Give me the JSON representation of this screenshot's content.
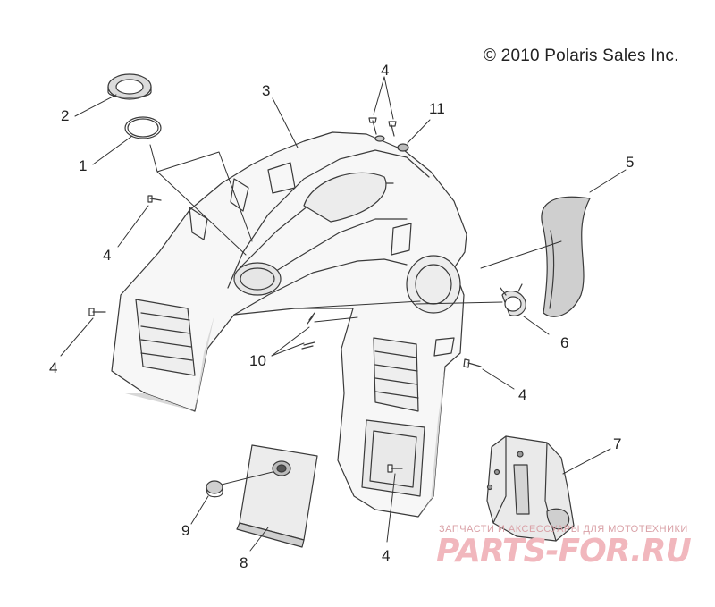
{
  "copyright": "© 2010 Polaris Sales Inc.",
  "callouts": {
    "c1": "1",
    "c2": "2",
    "c3": "3",
    "c4a": "4",
    "c4b": "4",
    "c4c": "4",
    "c4d": "4",
    "c4e": "4",
    "c5": "5",
    "c6": "6",
    "c7": "7",
    "c8": "8",
    "c9": "9",
    "c10": "10",
    "c11": "11"
  },
  "watermark": {
    "caption": "ЗАПЧАСТИ И АКСЕССУАРЫ ДЛЯ МОТОТЕХНИКИ",
    "logo": "PARTS-FOR.RU"
  },
  "colors": {
    "line": "#3a3a3a",
    "shade": "#cfcfcf",
    "watermark": "#f1b7bd"
  }
}
